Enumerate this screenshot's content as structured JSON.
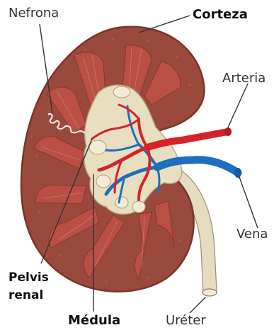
{
  "labels": {
    "nefrona": "Nefrona",
    "corteza": "Corteza",
    "arteria": "Arteria",
    "vena": "Vena",
    "pelvis_line1": "Pelvis",
    "pelvis_line2": "renal",
    "medula": "Médula",
    "ureter": "Uréter"
  },
  "colors": {
    "cortex": "#9a4a3c",
    "cortex_edge": "#7a3428",
    "medulla": "#b94f45",
    "pelvis": "#e8dfc0",
    "artery": "#d6232a",
    "vein": "#1f6fc0",
    "ureter": "#e6dcc2",
    "leader_line": "#333333"
  }
}
